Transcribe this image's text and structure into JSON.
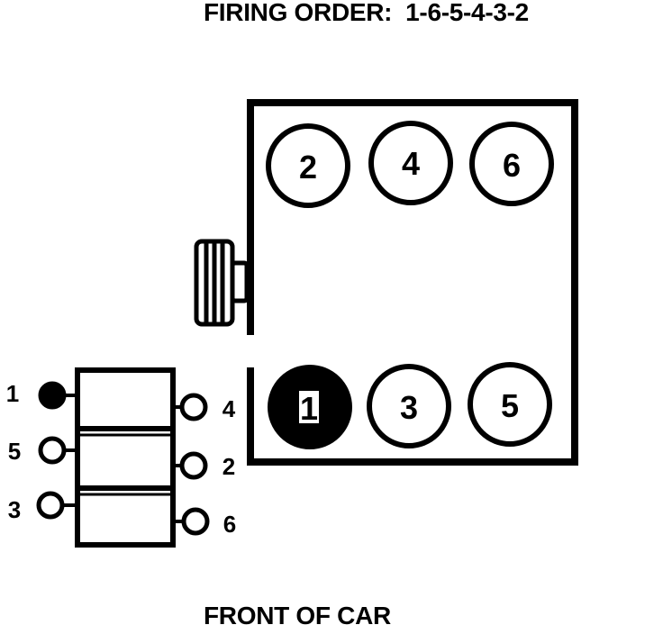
{
  "title": "FIRING ORDER:  1-6-5-4-3-2",
  "footer": "FRONT OF CAR",
  "colors": {
    "ink": "#000000",
    "paper": "#ffffff"
  },
  "engine": {
    "rear_row": [
      "2",
      "4",
      "6"
    ],
    "front_row": [
      "1",
      "3",
      "5"
    ],
    "highlighted_cylinder": "1"
  },
  "distributor": {
    "left_terminals": [
      "1",
      "5",
      "3"
    ],
    "right_terminals": [
      "4",
      "2",
      "6"
    ],
    "highlighted_terminal": "1"
  }
}
